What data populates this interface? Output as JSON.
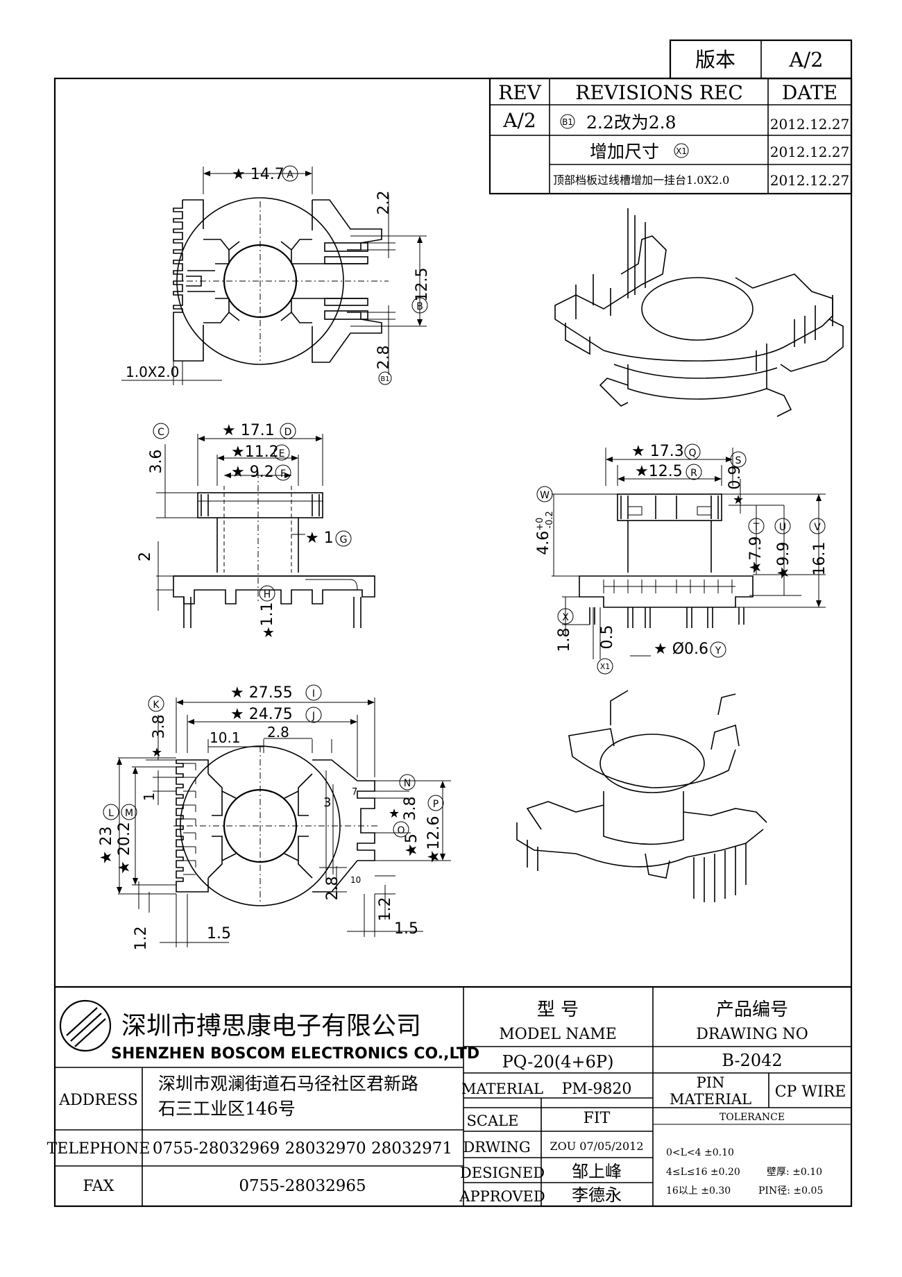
{
  "version_box": {
    "label": "版本",
    "value": "A/2"
  },
  "revisions": {
    "headers": {
      "rev": "REV",
      "rec": "REVISIONS REC",
      "date": "DATE"
    },
    "rows": [
      {
        "rev": "A/2",
        "mark": "B1",
        "text": "2.2改为2.8",
        "date": "2012.12.27"
      },
      {
        "rev": "",
        "mark": "X1",
        "text": "增加尺寸",
        "date": "2012.12.27"
      },
      {
        "rev": "",
        "mark": "",
        "text": "顶部档板过线槽增加一挂台1.0X2.0",
        "date": "2012.12.27"
      }
    ]
  },
  "top_view": {
    "dims": {
      "width": "14.7",
      "width_tag": "A",
      "height": "12.5",
      "height_tag": "B",
      "top_gap": "2.2",
      "bottom_gap": "2.8",
      "bottom_gap_tag": "B1",
      "hook": "1.0X2.0"
    }
  },
  "front_view": {
    "dims": {
      "c_tag": "C",
      "d": "17.1",
      "d_tag": "D",
      "e": "11.2",
      "e_tag": "E",
      "f": "9.2",
      "f_tag": "F",
      "flange_h": "3.6",
      "g": "1",
      "g_tag": "G",
      "base_h": "2",
      "h": "1.1",
      "h_tag": "H",
      "star": "★"
    }
  },
  "side_view": {
    "dims": {
      "q": "17.3",
      "q_tag": "Q",
      "r": "12.5",
      "r_tag": "R",
      "s": "0.9",
      "s_tag": "S",
      "t": "7.9",
      "t_tag": "T",
      "u": "9.9",
      "u_tag": "U",
      "v": "16.1",
      "v_tag": "V",
      "w": "4.6",
      "w_sup": "+0",
      "w_sub": "-0.2",
      "w_tag": "W",
      "x": "1.8",
      "x_tag": "X",
      "x1": "0.5",
      "x1_tag": "X1",
      "y": "Ø0.6",
      "y_tag": "Y"
    }
  },
  "bottom_view": {
    "dims": {
      "i": "27.55",
      "i_tag": "I",
      "j": "24.75",
      "j_tag": "J",
      "k": "3.8",
      "k_tag": "K",
      "a": "10.1",
      "b": "2.8",
      "l": "23",
      "l_tag": "L",
      "m": "20.2",
      "m_tag": "M",
      "pitch_l": "1",
      "n_tag": "N",
      "n": "3.8",
      "o_tag": "O",
      "o": "5",
      "p": "12.6",
      "p_tag": "P",
      "pin3": "3",
      "pin7": "7",
      "pin10": "10",
      "c2_8": "2.8",
      "e1_2": "1.2",
      "e1_5": "1.5",
      "f1_2": "1.2",
      "f1_5": "1.5"
    }
  },
  "title_block": {
    "company_cn": "深圳市搏思康电子有限公司",
    "company_en": "SHENZHEN BOSCOM ELECTRONICS CO.,LTD",
    "model_label_cn": "型 号",
    "model_label_en": "MODEL NAME",
    "model_value": "PQ-20(4+6P)",
    "drawing_label_cn": "产品编号",
    "drawing_label_en": "DRAWING NO",
    "drawing_value": "B-2042",
    "address_label": "ADDRESS",
    "address_line1": "深圳市观澜街道石马径社区君新路",
    "address_line2": "石三工业区146号",
    "telephone_label": "TELEPHONE",
    "telephone_value": "0755-28032969 28032970 28032971",
    "fax_label": "FAX",
    "fax_value": "0755-28032965",
    "material_label": "MATERIAL",
    "material_value": "PM-9820",
    "pin_label1": "PIN",
    "pin_label2": "MATERIAL",
    "pin_value": "CP WIRE",
    "scale_label": "SCALE",
    "scale_value": "FIT",
    "drwing_label": "DRWING",
    "drwing_value": "ZOU 07/05/2012",
    "designed_label": "DESIGNED",
    "designed_value": "邹上峰",
    "approved_label": "APPROVED",
    "approved_value": "李德永",
    "tolerance_label": "TOLERANCE",
    "tol1": "0<L<4   ±0.10",
    "tol2": "4≤L≤16 ±0.20",
    "tol3": "16以上   ±0.30",
    "tol_wall": "壁厚:  ±0.10",
    "tol_pin": "PIN径: ±0.05"
  }
}
